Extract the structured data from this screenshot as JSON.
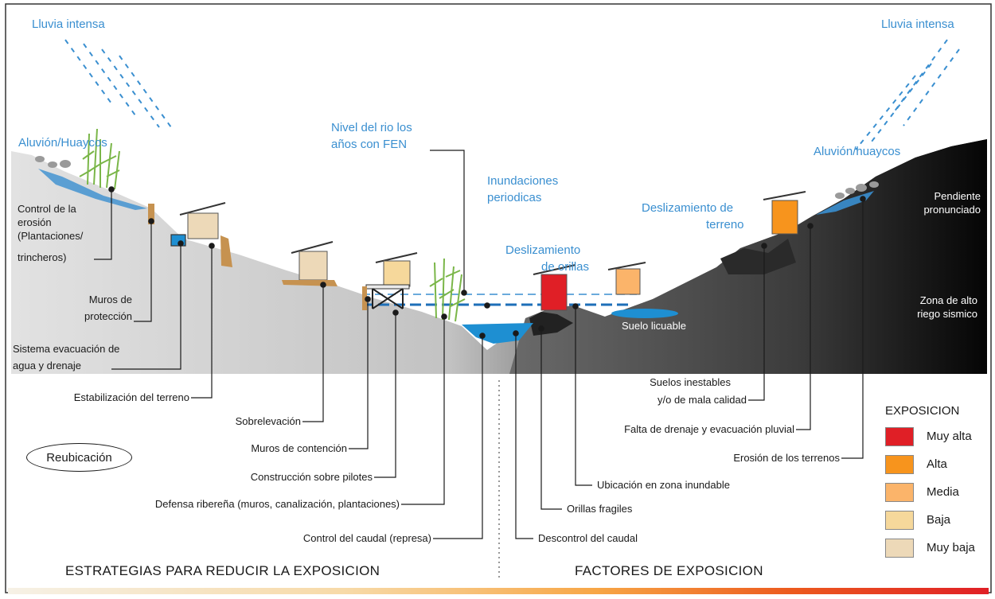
{
  "hazards": {
    "rain_left": "Lluvia intensa",
    "rain_right": "Lluvia intensa",
    "alluvion_left": "Aluvión/Huaycos",
    "alluvion_right": "Aluvión/huaycos",
    "river_level": [
      "Nivel del rio los",
      "años con FEN"
    ],
    "floods": [
      "Inundaciones",
      "periodicas"
    ],
    "bank_slide": [
      "Deslizamiento",
      "de orillas"
    ],
    "landslide": [
      "Deslizamiento de",
      "terreno"
    ],
    "liquefaction": "Suelo licuable",
    "steep_slope": [
      "Pendiente",
      "pronunciado"
    ],
    "seismic": [
      "Zona de alto",
      "riego sismico"
    ]
  },
  "strategies": {
    "erosion_control": [
      "Control de la",
      "erosión",
      "(Plantaciones/",
      "trincheros)"
    ],
    "protection_walls": [
      "Muros de",
      "protección"
    ],
    "drainage": [
      "Sistema evacuación de",
      "agua y drenaje"
    ],
    "stabilization": "Estabilización del terreno",
    "elevation": "Sobrelevación",
    "retaining_walls": "Muros de contención",
    "stilts": "Construcción sobre pilotes",
    "river_defense": "Defensa ribereña (muros, canalización, plantaciones)",
    "flow_control": "Control del caudal (represa)",
    "relocation": "Reubicación"
  },
  "factors": {
    "unstable_soils": [
      "Suelos inestables",
      "y/o de mala calidad"
    ],
    "no_drainage": "Falta de drenaje y evacuación pluvial",
    "erosion": "Erosión de los terrenos",
    "flood_zone": "Ubicación en zona inundable",
    "fragile_banks": "Orillas fragiles",
    "uncontrolled_flow": "Descontrol del caudal"
  },
  "sections": {
    "left": "ESTRATEGIAS PARA REDUCIR LA EXPOSICION",
    "right": "FACTORES DE EXPOSICION"
  },
  "legend": {
    "title": "EXPOSICION",
    "items": [
      {
        "label": "Muy alta",
        "color": "#e01f26"
      },
      {
        "label": "Alta",
        "color": "#f7941d"
      },
      {
        "label": "Media",
        "color": "#fbb46a"
      },
      {
        "label": "Baja",
        "color": "#f6d89b"
      },
      {
        "label": "Muy baja",
        "color": "#edd9b8"
      }
    ]
  },
  "colors": {
    "hazard_blue": "#3a8fd0",
    "water": "#1e8fd2",
    "terrain_left": "#c9c9c9",
    "terrain_right": "#4a4a4a",
    "gradient_bar": [
      "#f4ecd8",
      "#f8c780",
      "#f79a2c",
      "#e53a1f",
      "#e01f26"
    ]
  }
}
